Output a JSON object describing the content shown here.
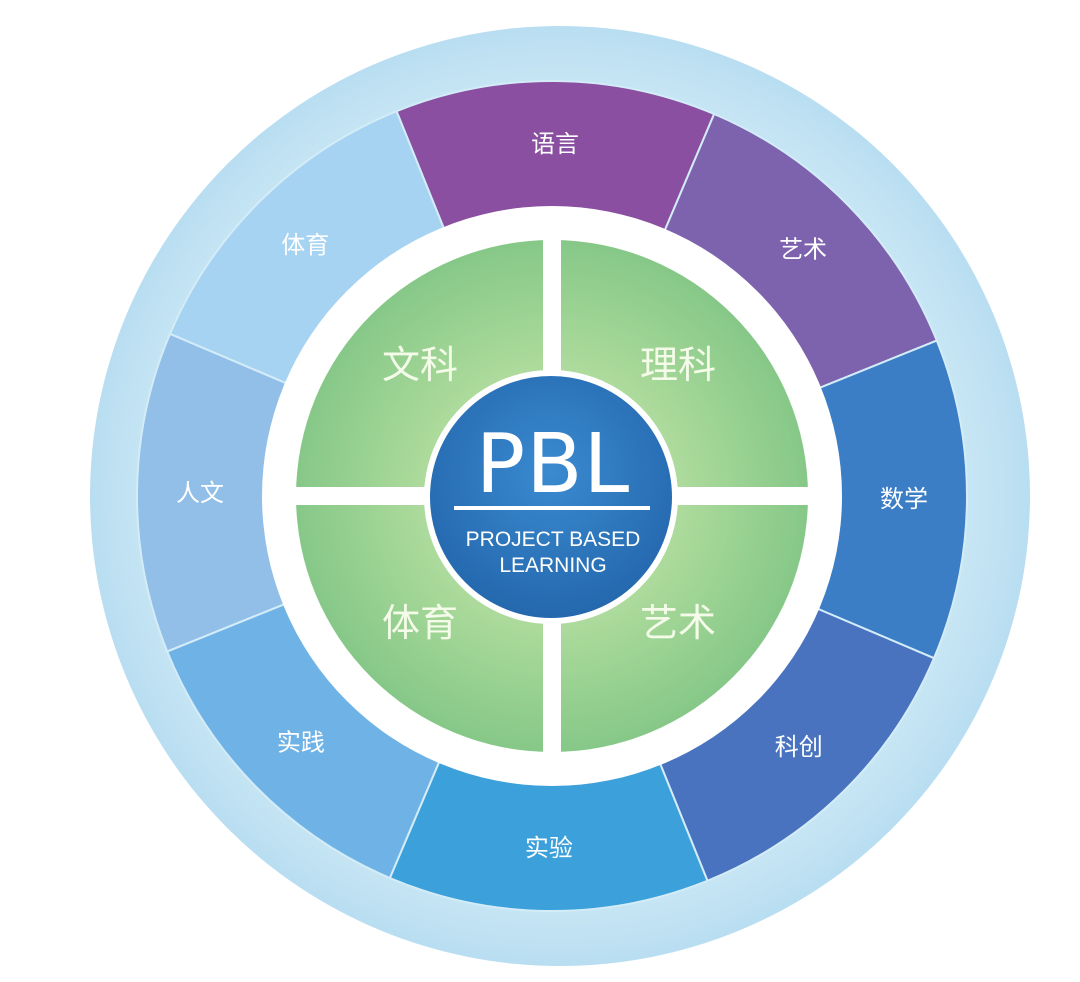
{
  "center": {
    "title": "PBL",
    "subtitle_line1": "PROJECT BASED",
    "subtitle_line2": "LEARNING"
  },
  "inner_quadrants": [
    {
      "label": "文科"
    },
    {
      "label": "理科"
    },
    {
      "label": "艺术"
    },
    {
      "label": "体育"
    }
  ],
  "outer_segments": [
    {
      "label": "语言",
      "color": "#8a4fa0"
    },
    {
      "label": "艺术",
      "color": "#7d62ad"
    },
    {
      "label": "数学",
      "color": "#3b7ec6"
    },
    {
      "label": "科创",
      "color": "#4a73bf"
    },
    {
      "label": "实验",
      "color": "#3ca0da"
    },
    {
      "label": "实践",
      "color": "#6fb3e6"
    },
    {
      "label": "人文",
      "color": "#92bfe8"
    },
    {
      "label": "体育",
      "color": "#a6d3f1"
    }
  ],
  "colors": {
    "outer_ring": "#c4e5f5",
    "white_ring": "#ffffff",
    "inner_green": "#8fcc8a",
    "center_blue": "#2c78c0"
  }
}
